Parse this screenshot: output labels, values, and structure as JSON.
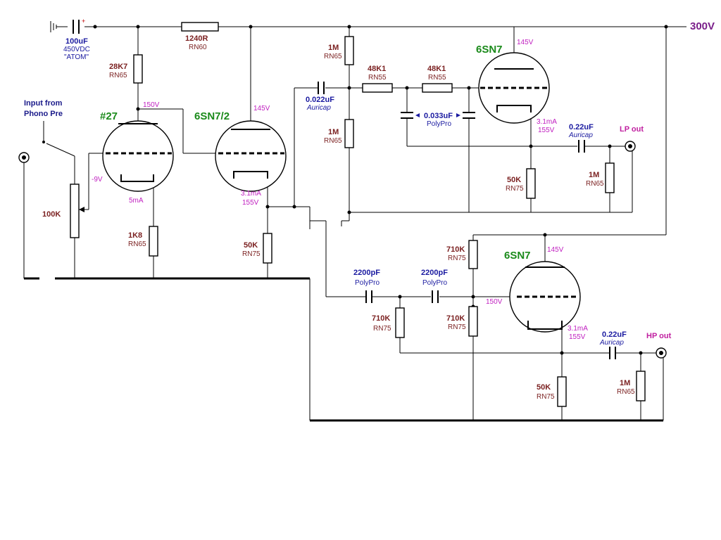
{
  "rail_voltage": "300V",
  "input_label_line1": "Input  from",
  "input_label_line2": "Phono Pre",
  "filter_cap": {
    "value": "100uF",
    "rating": "450VDC",
    "type": "\"ATOM\""
  },
  "r_series": {
    "value": "1240R",
    "type": "RN60"
  },
  "r_anode1": {
    "value": "28K7",
    "type": "RN65"
  },
  "pot": {
    "value": "100K"
  },
  "r_cathode1": {
    "value": "1K8",
    "type": "RN65"
  },
  "tube1": {
    "name": "#27",
    "anode_v": "150V",
    "grid_v": "-9V",
    "current": "5mA"
  },
  "tube2": {
    "name": "6SN7/2",
    "anode_v": "145V",
    "current": "3.1mA",
    "cathode_v": "155V"
  },
  "r_cathode2": {
    "value": "50K",
    "type": "RN75"
  },
  "c_couple1": {
    "value": "0.022uF",
    "type": "Auricap"
  },
  "r_div_top": {
    "value": "1M",
    "type": "RN65"
  },
  "r_div_bot": {
    "value": "1M",
    "type": "RN65"
  },
  "r_lp1": {
    "value": "48K1",
    "type": "RN55"
  },
  "r_lp2": {
    "value": "48K1",
    "type": "RN55"
  },
  "c_lp": {
    "value": "0.033uF",
    "type": "PolyPro"
  },
  "tube3": {
    "name": "6SN7",
    "anode_v": "145V",
    "current": "3.1mA",
    "cathode_v": "155V"
  },
  "r_cathode3": {
    "value": "50K",
    "type": "RN75"
  },
  "c_out_lp": {
    "value": "0.22uF",
    "type": "Auricap"
  },
  "r_out_lp": {
    "value": "1M",
    "type": "RN65"
  },
  "lp_out": "LP out",
  "c_hp1": {
    "value": "2200pF",
    "type": "PolyPro"
  },
  "c_hp2": {
    "value": "2200pF",
    "type": "PolyPro"
  },
  "r_hp_top": {
    "value": "710K",
    "type": "RN75"
  },
  "r_hp_mid": {
    "value": "710K",
    "type": "RN75"
  },
  "r_hp_left": {
    "value": "710K",
    "type": "RN75"
  },
  "tube4": {
    "name": "6SN7",
    "anode_v": "145V",
    "grid_v": "150V",
    "current": "3.1mA",
    "cathode_v": "155V"
  },
  "r_cathode4": {
    "value": "50K",
    "type": "RN75"
  },
  "c_out_hp": {
    "value": "0.22uF",
    "type": "Auricap"
  },
  "r_out_hp": {
    "value": "1M",
    "type": "RN65"
  },
  "hp_out": "HP out"
}
